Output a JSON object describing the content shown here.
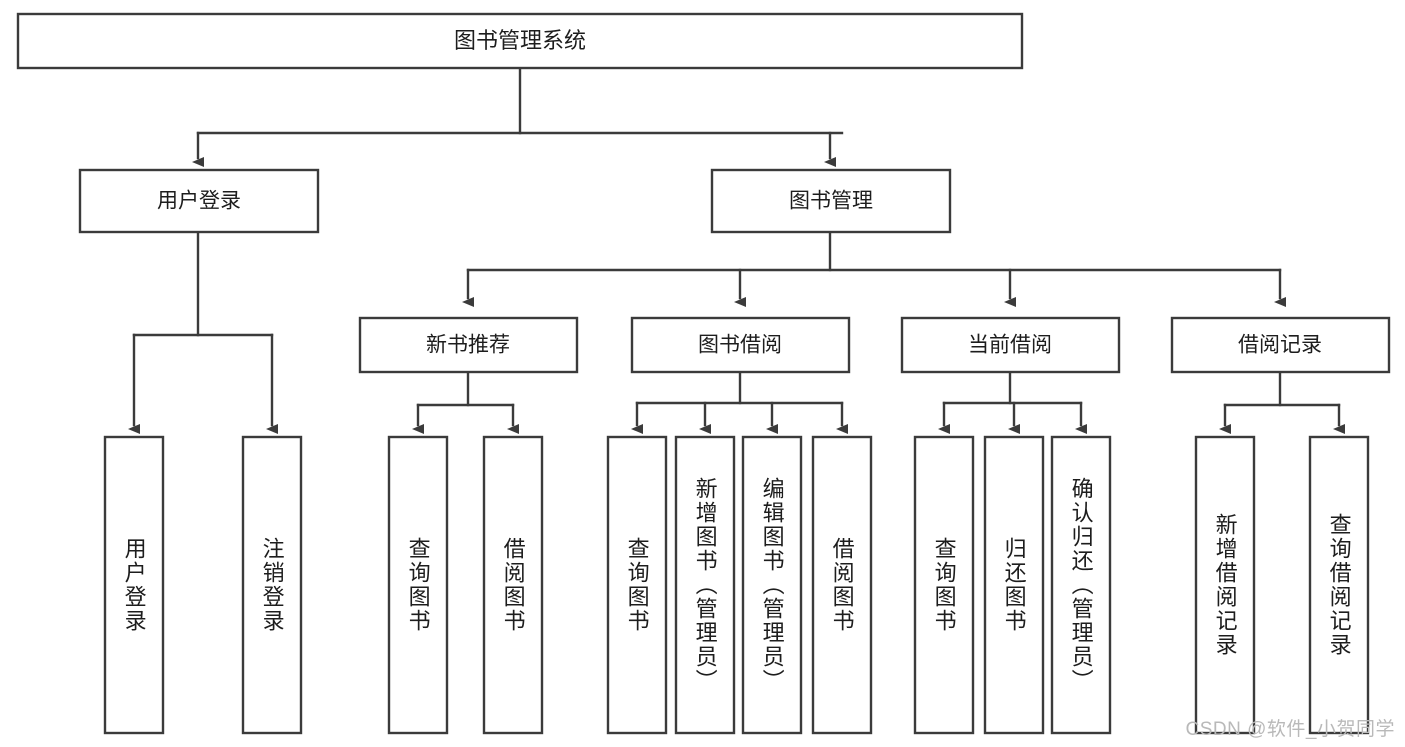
{
  "diagram": {
    "title": "图书管理系统",
    "type": "tree-hierarchy",
    "orientation": "top-down",
    "colors": {
      "box_fill": "#ffffff",
      "box_stroke": "#3b3b3b",
      "connector": "#3b3b3b",
      "text": "#1d1d1d",
      "watermark": "#b9b9b9",
      "background": "#ffffff"
    },
    "root": {
      "label": "图书管理系统"
    },
    "level2": [
      {
        "label": "用户登录"
      },
      {
        "label": "图书管理"
      }
    ],
    "level3": [
      {
        "label": "新书推荐"
      },
      {
        "label": "图书借阅"
      },
      {
        "label": "当前借阅"
      },
      {
        "label": "借阅记录"
      }
    ],
    "leaves": {
      "user_login": [
        {
          "label": "用户登录"
        },
        {
          "label": "注销登录"
        }
      ],
      "new_book_recommend": [
        {
          "label": "查询图书"
        },
        {
          "label": "借阅图书"
        }
      ],
      "book_borrow": [
        {
          "label": "查询图书"
        },
        {
          "label": "新增图书（管理员）"
        },
        {
          "label": "编辑图书（管理员）"
        },
        {
          "label": "借阅图书"
        }
      ],
      "current_borrow": [
        {
          "label": "查询图书"
        },
        {
          "label": "归还图书"
        },
        {
          "label": "确认归还（管理员）"
        }
      ],
      "borrow_record": [
        {
          "label": "新增借阅记录"
        },
        {
          "label": "查询借阅记录"
        }
      ]
    }
  },
  "watermark": {
    "text": "CSDN @软件_小贺同学"
  }
}
